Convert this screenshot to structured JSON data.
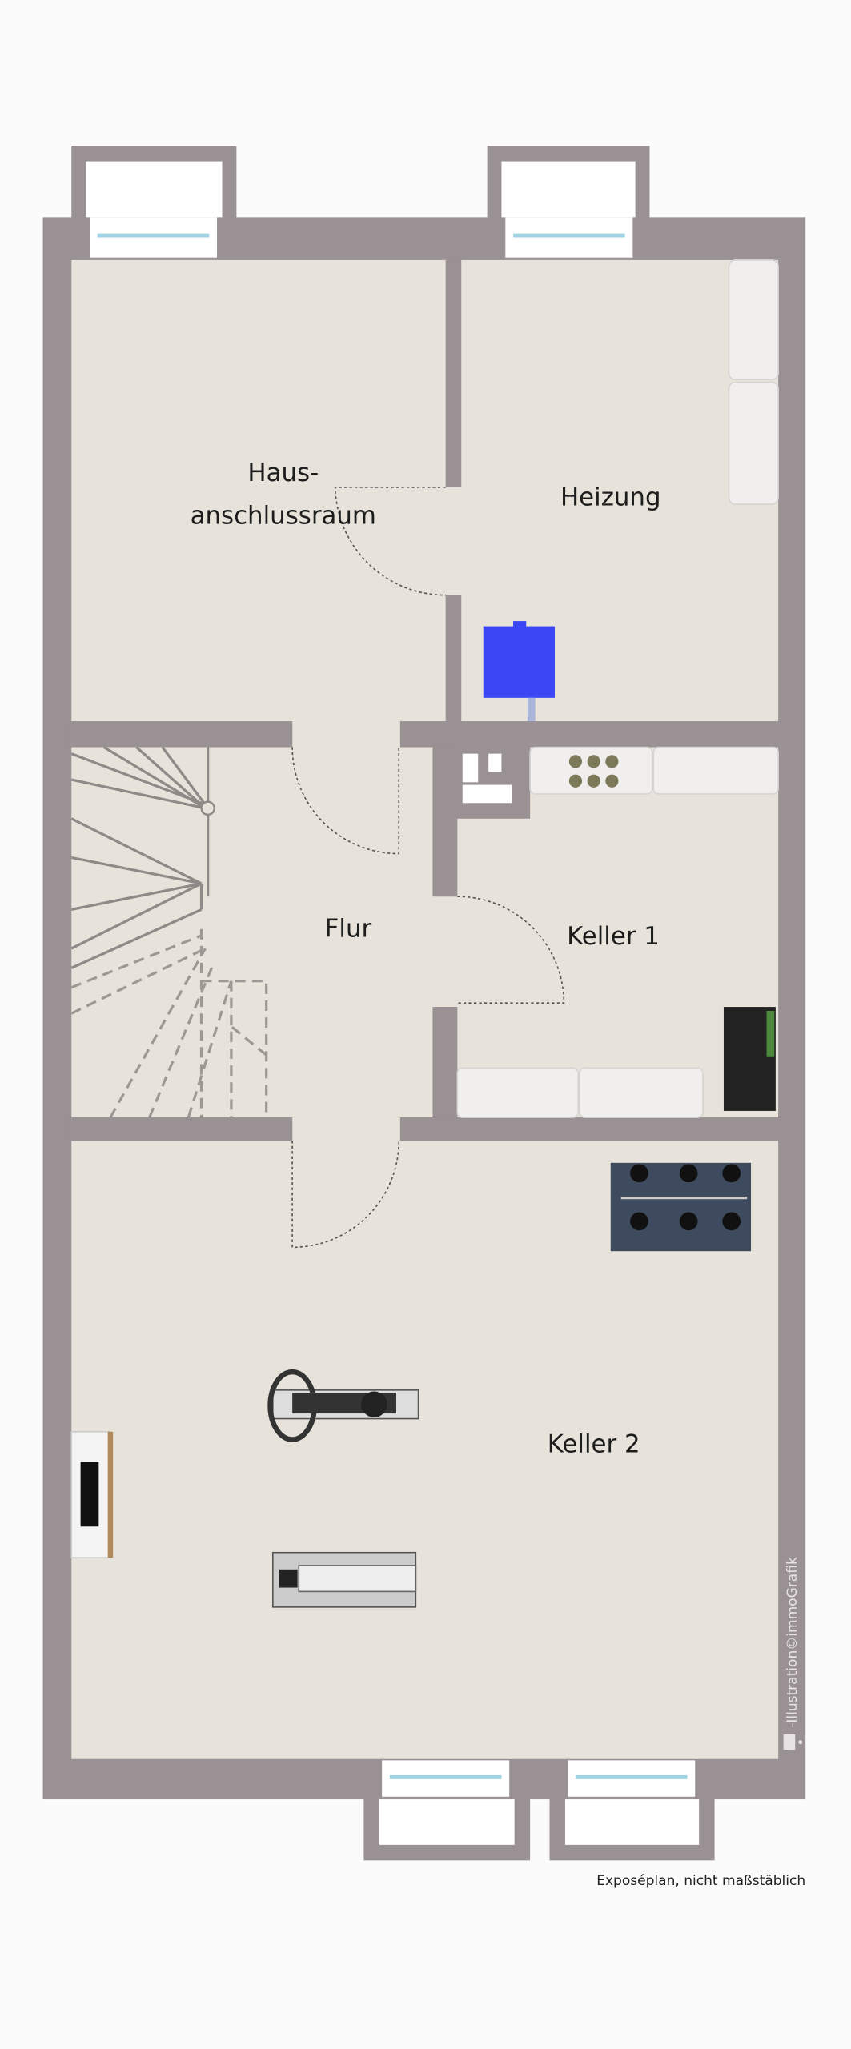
{
  "rooms": {
    "hausanschlussraum_line1": "Haus-",
    "hausanschlussraum_line2": "anschlussraum",
    "heizung": "Heizung",
    "flur": "Flur",
    "keller1": "Keller 1",
    "keller2": "Keller 2"
  },
  "watermark": "-Illustration©immoGrafik",
  "caption": "Exposéplan, nicht maßstäblich",
  "colors": {
    "wall": "#9a9194",
    "floor": "#e8e3da",
    "boiler": "#3b46f5"
  }
}
